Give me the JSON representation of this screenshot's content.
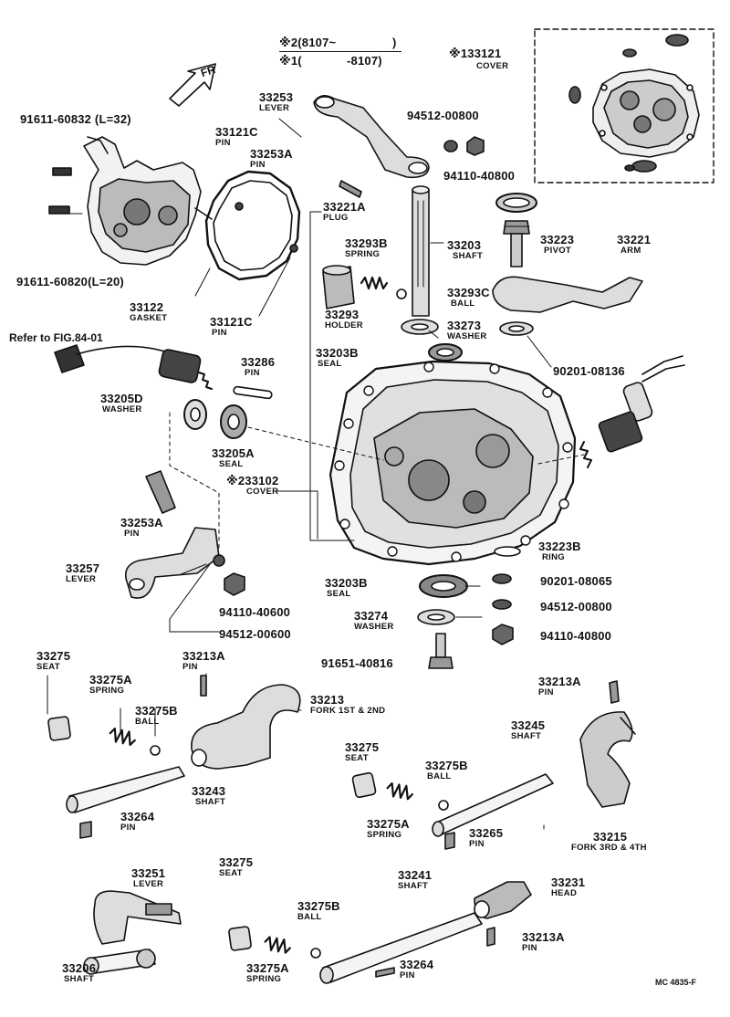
{
  "direction_label": "FR",
  "notes": {
    "note2": "※2(8107~",
    "note2_close": ")",
    "note1": "※1(",
    "note1_end": "-8107)"
  },
  "reference": "Refer to FIG.84-01",
  "drawing_code": "MC 4835-F",
  "parts": [
    {
      "pn": "※133121",
      "name": "COVER"
    },
    {
      "pn": "91611-60832 (L=32)",
      "name": ""
    },
    {
      "pn": "91611-60820(L=20)",
      "name": ""
    },
    {
      "pn": "33121C",
      "name": "PIN"
    },
    {
      "pn": "33121C",
      "name": "PIN"
    },
    {
      "pn": "33122",
      "name": "GASKET"
    },
    {
      "pn": "33253",
      "name": "LEVER"
    },
    {
      "pn": "33253A",
      "name": "PIN"
    },
    {
      "pn": "94512-00800",
      "name": ""
    },
    {
      "pn": "94110-40800",
      "name": ""
    },
    {
      "pn": "33221A",
      "name": "PLUG"
    },
    {
      "pn": "33293B",
      "name": "SPRING"
    },
    {
      "pn": "33203",
      "name": "SHAFT"
    },
    {
      "pn": "33223",
      "name": "PIVOT"
    },
    {
      "pn": "33221",
      "name": "ARM"
    },
    {
      "pn": "33293C",
      "name": "BALL"
    },
    {
      "pn": "33293",
      "name": "HOLDER"
    },
    {
      "pn": "33273",
      "name": "WASHER"
    },
    {
      "pn": "33203B",
      "name": "SEAL"
    },
    {
      "pn": "90201-08136",
      "name": ""
    },
    {
      "pn": "33286",
      "name": "PIN"
    },
    {
      "pn": "33205D",
      "name": "WASHER"
    },
    {
      "pn": "33205A",
      "name": "SEAL"
    },
    {
      "pn": "※233102",
      "name": "COVER"
    },
    {
      "pn": "33253A",
      "name": "PIN"
    },
    {
      "pn": "33257",
      "name": "LEVER"
    },
    {
      "pn": "94110-40600",
      "name": ""
    },
    {
      "pn": "94512-00600",
      "name": ""
    },
    {
      "pn": "33223B",
      "name": "RING"
    },
    {
      "pn": "33203B",
      "name": "SEAL"
    },
    {
      "pn": "90201-08065",
      "name": ""
    },
    {
      "pn": "33274",
      "name": "WASHER"
    },
    {
      "pn": "94512-00800",
      "name": ""
    },
    {
      "pn": "94110-40800",
      "name": ""
    },
    {
      "pn": "91651-40816",
      "name": ""
    },
    {
      "pn": "33275",
      "name": "SEAT"
    },
    {
      "pn": "33275A",
      "name": "SPRING"
    },
    {
      "pn": "33275B",
      "name": "BALL"
    },
    {
      "pn": "33213A",
      "name": "PIN"
    },
    {
      "pn": "33213",
      "name": "FORK 1ST & 2ND"
    },
    {
      "pn": "33243",
      "name": "SHAFT"
    },
    {
      "pn": "33264",
      "name": "PIN"
    },
    {
      "pn": "33213A",
      "name": "PIN"
    },
    {
      "pn": "33245",
      "name": "SHAFT"
    },
    {
      "pn": "33275",
      "name": "SEAT"
    },
    {
      "pn": "33275B",
      "name": "BALL"
    },
    {
      "pn": "33275A",
      "name": "SPRING"
    },
    {
      "pn": "33265",
      "name": "PIN"
    },
    {
      "pn": "33215",
      "name": "FORK 3RD & 4TH"
    },
    {
      "pn": "33251",
      "name": "LEVER"
    },
    {
      "pn": "33206",
      "name": "SHAFT"
    },
    {
      "pn": "33275",
      "name": "SEAT"
    },
    {
      "pn": "33275B",
      "name": "BALL"
    },
    {
      "pn": "33275A",
      "name": "SPRING"
    },
    {
      "pn": "33241",
      "name": "SHAFT"
    },
    {
      "pn": "33264",
      "name": "PIN"
    },
    {
      "pn": "33231",
      "name": "HEAD"
    },
    {
      "pn": "33213A",
      "name": "PIN"
    }
  ]
}
